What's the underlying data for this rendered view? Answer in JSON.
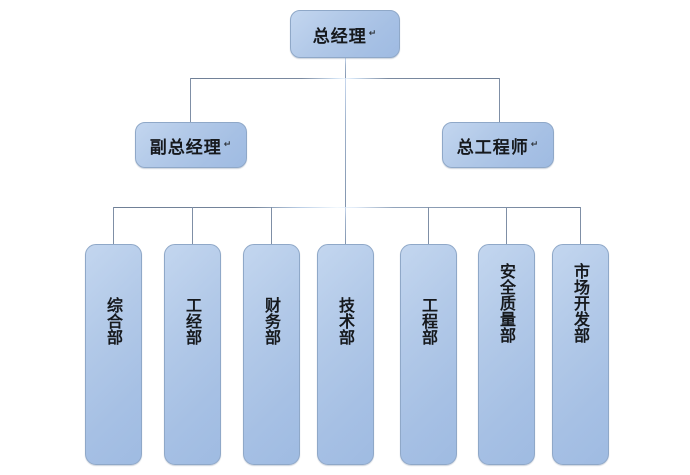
{
  "diagram": {
    "type": "organization-chart",
    "title": "",
    "levels": 3,
    "colors": {
      "node_fill_light": "#c3d6ef",
      "node_fill_dark": "#9fbbe2",
      "node_border": "#8fa8c8",
      "connector": "#7f8fa6",
      "text": "#16191d",
      "background": "#ffffff"
    }
  },
  "nodes": {
    "root": {
      "id": "general-manager",
      "label": "总经理",
      "trailing_mark": "↵"
    },
    "level2": [
      {
        "id": "deputy-general-manager",
        "label": "副总经理",
        "trailing_mark": "↵"
      },
      {
        "id": "chief-engineer",
        "label": "总工程师",
        "trailing_mark": "↵"
      }
    ],
    "departments": [
      {
        "id": "general-affairs-department",
        "label": "综合部",
        "trailing_mark": "↵"
      },
      {
        "id": "industrial-economics-department",
        "label": "工经部",
        "trailing_mark": "↵"
      },
      {
        "id": "finance-department",
        "label": "财务部",
        "trailing_mark": "↵"
      },
      {
        "id": "technology-department",
        "label": "技术部",
        "trailing_mark": "↵"
      },
      {
        "id": "engineering-department",
        "label": "工程部",
        "trailing_mark": "↵"
      },
      {
        "id": "safety-quality-department",
        "label": "安全质量部",
        "trailing_mark": "↵"
      },
      {
        "id": "market-development-department",
        "label": "市场开发部",
        "trailing_mark": "↵"
      }
    ]
  }
}
